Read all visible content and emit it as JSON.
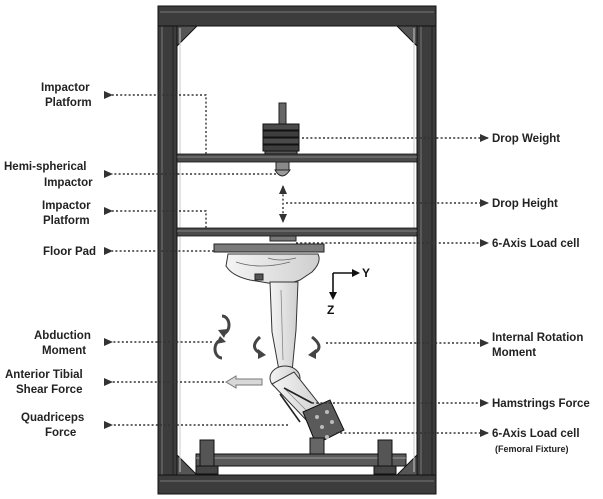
{
  "labels": {
    "impactor_platform_top": [
      "Impactor",
      "Platform"
    ],
    "hemi_impactor": [
      "Hemi-spherical",
      "Impactor"
    ],
    "impactor_platform_lower": [
      "Impactor",
      "Platform"
    ],
    "floor_pad": "Floor Pad",
    "abduction_moment": [
      "Abduction",
      "Moment"
    ],
    "anterior_tibial": [
      "Anterior Tibial",
      "Shear Force"
    ],
    "quadriceps": [
      "Quadriceps",
      "Force"
    ],
    "drop_weight": "Drop Weight",
    "drop_height": "Drop Height",
    "load_cell_top": "6-Axis Load cell",
    "internal_rotation": [
      "Internal Rotation",
      "Moment"
    ],
    "hamstrings": "Hamstrings Force",
    "load_cell_bottom": "6-Axis Load cell",
    "femoral_fixture": "(Femoral Fixture)",
    "axis_y": "Y",
    "axis_z": "Z"
  },
  "colors": {
    "frame": "#3c3c3c",
    "shelf": "#4a4a4a",
    "limb": "#e6e6e6",
    "arrow_fill": "#d8d8d8",
    "text": "#222222"
  }
}
